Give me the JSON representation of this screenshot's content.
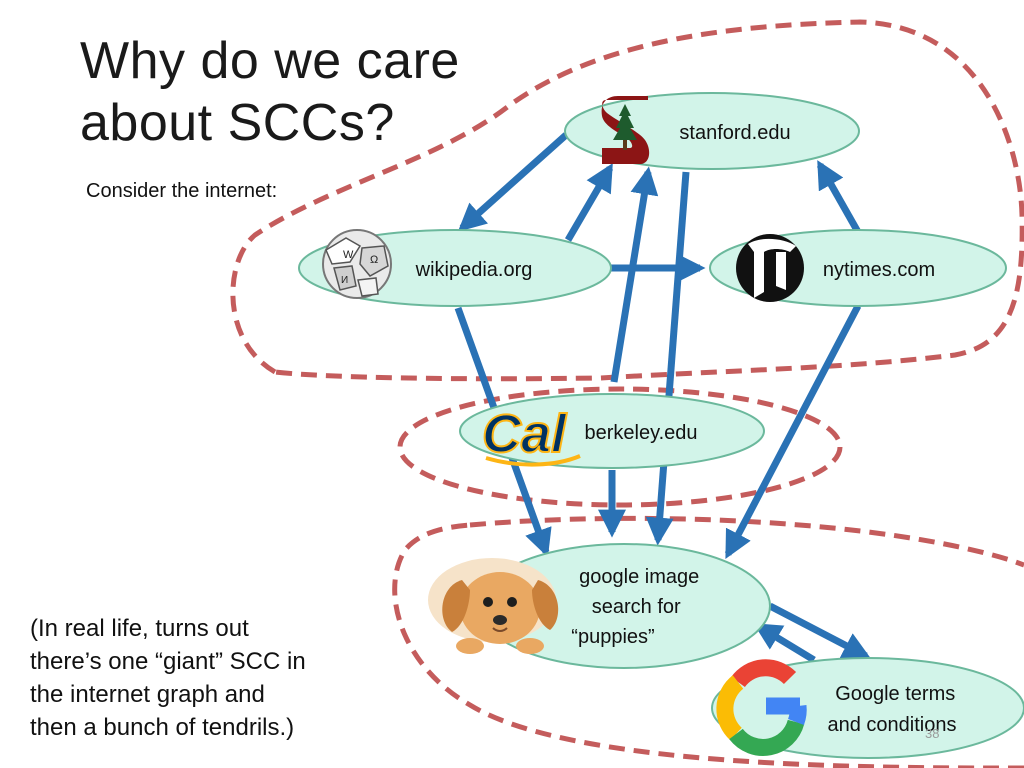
{
  "slide": {
    "title_lines": [
      "Why do we care",
      "about SCCs?"
    ],
    "subtitle": "Consider the internet:",
    "note_lines": [
      "(In real life, turns out",
      "there’s one “giant” SCC in",
      "the internet graph and",
      "then a bunch of tendrils.)"
    ],
    "page_number": "38"
  },
  "nodes": {
    "stanford": {
      "label": "stanford.edu",
      "icon": "stanford-s-logo-icon"
    },
    "wikipedia": {
      "label": "wikipedia.org",
      "icon": "wikipedia-globe-icon"
    },
    "nytimes": {
      "label": "nytimes.com",
      "icon": "nytimes-t-logo-icon"
    },
    "berkeley": {
      "label": "berkeley.edu",
      "icon": "cal-logo-icon"
    },
    "google_image": {
      "label_lines": [
        "google image",
        "search for",
        "“puppies”"
      ],
      "icon": "puppy-photo-icon"
    },
    "google_terms": {
      "label_lines": [
        "Google terms",
        "and conditions"
      ],
      "icon": "google-g-logo-icon"
    }
  },
  "colors": {
    "node_fill": "#d2f4e9",
    "node_stroke": "#6bb89c",
    "arrow": "#2a72b5",
    "scc_outline": "#c45c5c"
  }
}
